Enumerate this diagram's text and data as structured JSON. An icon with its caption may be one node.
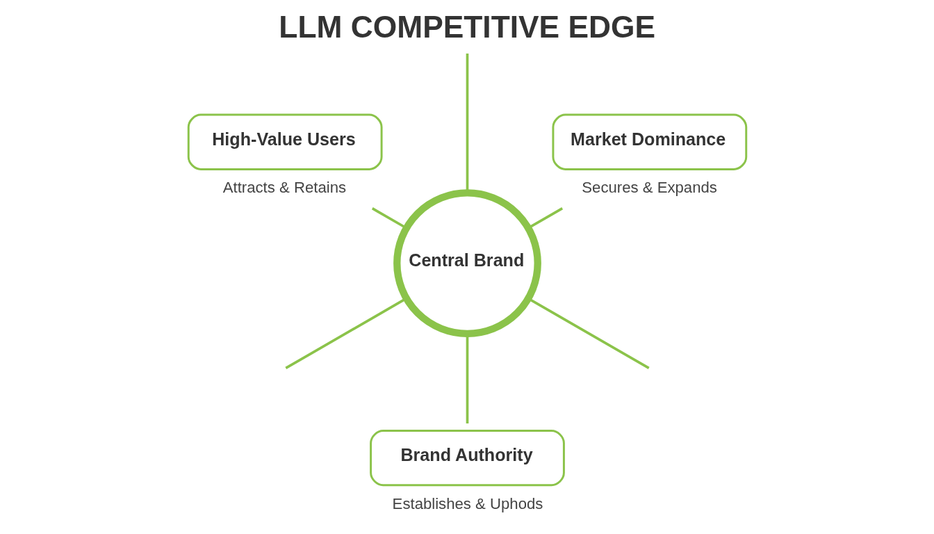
{
  "diagram": {
    "title": "LLM COMPETITIVE EDGE",
    "nodes": [
      {
        "text": [
          "Central Brand"
        ]
      },
      {
        "text": [
          "High-Value Users"
        ],
        "beside": [
          "Attracts & Retains"
        ]
      },
      {
        "text": [
          "Market Dominance"
        ],
        "beside": [
          "Secures & Expands"
        ]
      },
      {
        "text": [
          "Brand Authority"
        ],
        "beside": [
          "Establishes & Uphods"
        ]
      }
    ],
    "edges": [
      {
        "from": 0,
        "to": null,
        "arrow": "none"
      },
      {
        "from": 0,
        "to": 1,
        "arrow": "none"
      },
      {
        "from": 0,
        "to": 2,
        "arrow": "none"
      },
      {
        "from": 0,
        "to": null,
        "arrow": "none"
      },
      {
        "from": 0,
        "to": null,
        "arrow": "none"
      },
      {
        "from": 0,
        "to": 3,
        "arrow": "none"
      }
    ]
  }
}
